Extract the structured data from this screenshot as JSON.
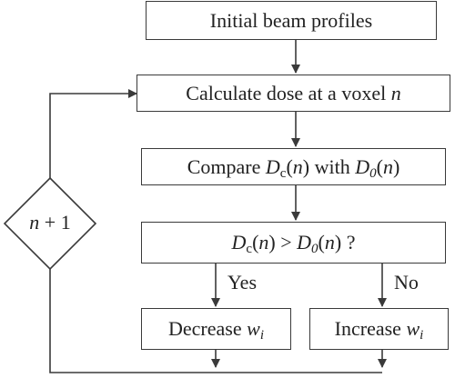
{
  "nodes": {
    "initial": {
      "text": "Initial beam profiles"
    },
    "calculate": {
      "text": "Calculate dose at a voxel ",
      "var": "n"
    },
    "compare": {
      "prefix": "Compare ",
      "d": "D",
      "sub_c": "c",
      "n": "n",
      "with": " with ",
      "sub_0": "0"
    },
    "condition": {
      "d": "D",
      "sub_c": "c",
      "n": "n",
      "gt": " > ",
      "sub_0": "0",
      "question": " ?"
    },
    "decrease": {
      "text": "Decrease ",
      "w": "w",
      "sub": "i"
    },
    "increase": {
      "text": "Increase ",
      "w": "w",
      "sub": "i"
    },
    "loop": {
      "var": "n",
      "rest": " + 1"
    }
  },
  "branch_labels": {
    "yes": "Yes",
    "no": "No"
  },
  "colors": {
    "line": "#3a3a3a",
    "text": "#222222"
  }
}
